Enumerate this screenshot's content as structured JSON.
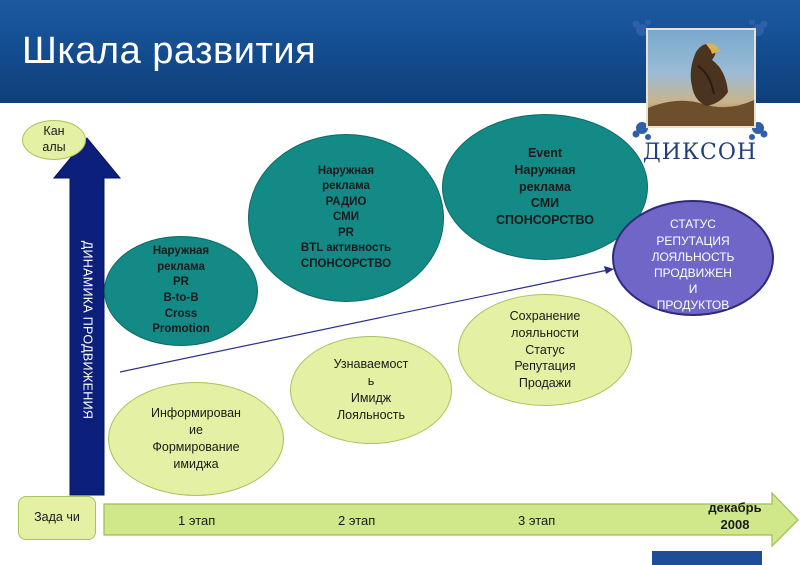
{
  "header": {
    "title": "Шкала развития"
  },
  "logo": {
    "text": "ДИКСОН"
  },
  "axes": {
    "vertical_label": "ДИНАМИКА ПРОДВИЖЕНИЯ",
    "channels_label": [
      "Кан",
      "алы"
    ],
    "tasks_label": [
      "Зада",
      "чи"
    ]
  },
  "stages": [
    "1 этап",
    "2 этап",
    "3 этап"
  ],
  "end_date": [
    "декабрь",
    "2008"
  ],
  "channels": [
    {
      "lines": [
        "Наружная",
        "реклама",
        "PR",
        "B-to-B",
        "Cross",
        "Promotion"
      ]
    },
    {
      "lines": [
        "Наружная",
        "реклама",
        "РАДИО",
        "СМИ",
        "PR",
        "BTL активность",
        "СПОНСОРСТВО"
      ]
    },
    {
      "lines": [
        "Event",
        "Наружная",
        "реклама",
        "СМИ",
        "СПОНСОРСТВО"
      ]
    }
  ],
  "tasks": [
    {
      "lines": [
        "Информирован",
        "ие",
        "Формирование",
        "имиджа"
      ]
    },
    {
      "lines": [
        "Узнаваемост",
        "ь",
        "Имидж",
        "Лояльность"
      ]
    },
    {
      "lines": [
        "Сохранение",
        "лояльности",
        "Статус",
        "Репутация",
        "Продажи"
      ]
    }
  ],
  "goal": {
    "lines": [
      "СТАТУС",
      "РЕПУТАЦИЯ",
      "ЛОЯЛЬНОСТЬ",
      "ПРОДВИЖЕН",
      "И",
      "ПРОДУКТОВ"
    ]
  },
  "colors": {
    "header": "#124a8c",
    "arrow_vertical": "#0c1f7a",
    "arrow_horizontal": "#cfe88a",
    "channel_circle": "#138a86",
    "task_circle": "#e4f0a4",
    "goal_circle": "#6f66c8"
  }
}
